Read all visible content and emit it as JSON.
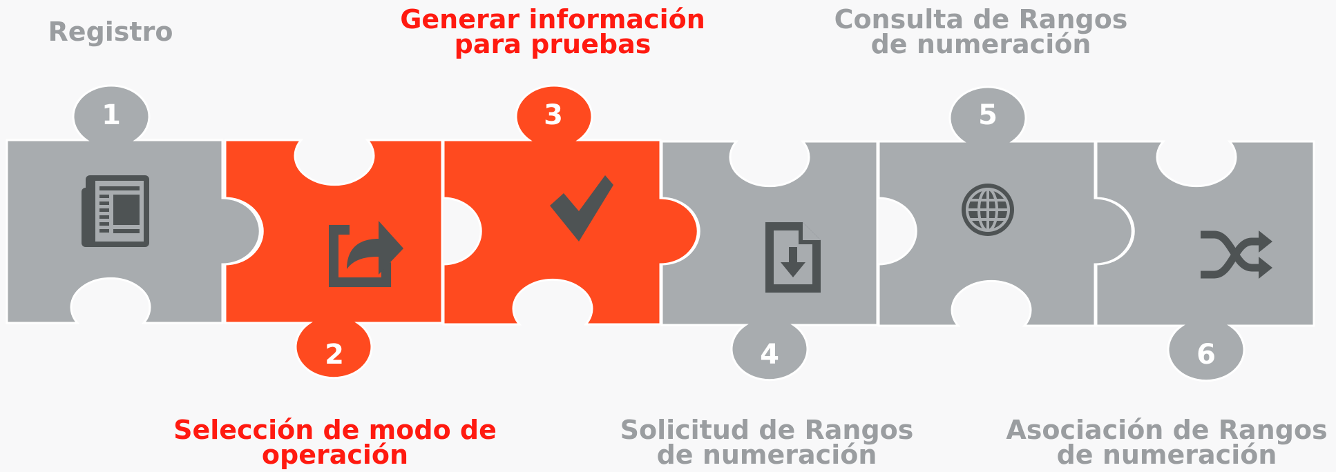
{
  "colors": {
    "active": "#ff4a1f",
    "inactive": "#a8acaf",
    "label_active": "#ff1a10",
    "label_inactive": "#9a9da0",
    "icon": "#4e5354",
    "background": "#f8f8f9"
  },
  "steps": [
    {
      "number": "1",
      "label_lines": [
        "Registro"
      ],
      "icon": "newspaper-icon",
      "active": false
    },
    {
      "number": "2",
      "label_lines": [
        "Selección de modo de",
        "operación"
      ],
      "icon": "share-icon",
      "active": true
    },
    {
      "number": "3",
      "label_lines": [
        "Generar información",
        "para pruebas"
      ],
      "icon": "checkmark-icon",
      "active": true
    },
    {
      "number": "4",
      "label_lines": [
        "Solicitud de Rangos",
        "de numeración"
      ],
      "icon": "file-download-icon",
      "active": false
    },
    {
      "number": "5",
      "label_lines": [
        "Consulta de Rangos",
        "de numeración"
      ],
      "icon": "globe-icon",
      "active": false
    },
    {
      "number": "6",
      "label_lines": [
        "Asociación de Rangos",
        "de numeración"
      ],
      "icon": "shuffle-icon",
      "active": false
    }
  ]
}
